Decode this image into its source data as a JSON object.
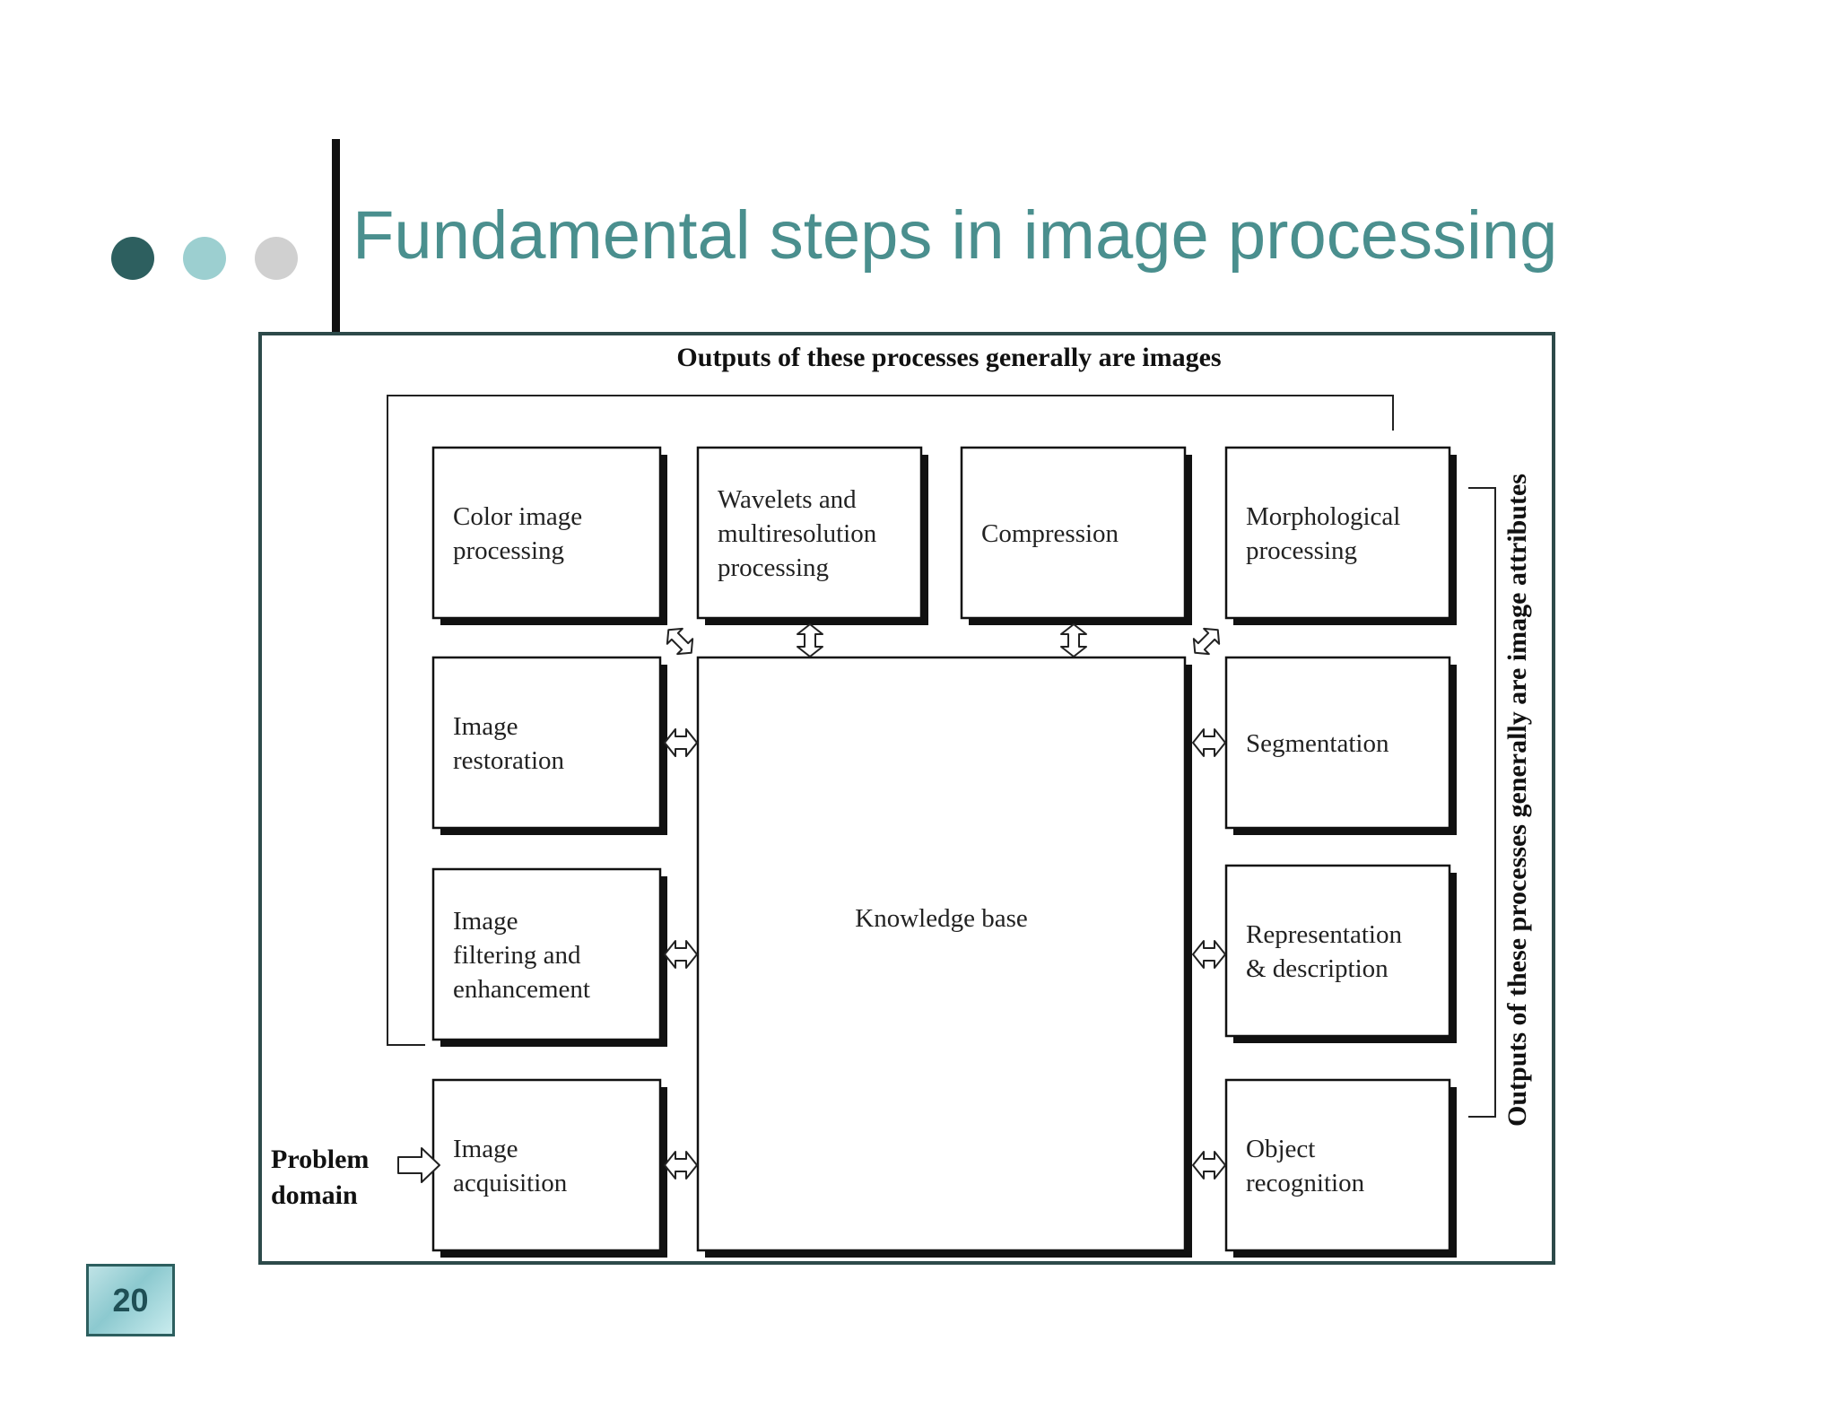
{
  "slide": {
    "title": "Fundamental steps in image processing",
    "page_number": "20",
    "colors": {
      "title": "#4a8f8e",
      "dark_teal": "#2d5f5f",
      "light_teal": "#9ccfd0",
      "gray": "#d0d0d0"
    }
  },
  "diagram": {
    "top_caption": "Outputs of these processes generally are images",
    "side_caption": "Outputs of these processes generally are image attributes",
    "problem_domain": [
      "Problem",
      "domain"
    ],
    "center": "Knowledge base",
    "boxes": {
      "color": [
        "Color image",
        "processing"
      ],
      "wavelets": [
        "Wavelets and",
        "multiresolution",
        "processing"
      ],
      "compression": [
        "Compression"
      ],
      "morphological": [
        "Morphological",
        "processing"
      ],
      "restoration": [
        "Image",
        "restoration"
      ],
      "segmentation": [
        "Segmentation"
      ],
      "filtering": [
        "Image",
        "filtering and",
        "enhancement"
      ],
      "representation": [
        "Representation",
        "& description"
      ],
      "acquisition": [
        "Image",
        "acquisition"
      ],
      "object": [
        "Object",
        "recognition"
      ]
    }
  }
}
